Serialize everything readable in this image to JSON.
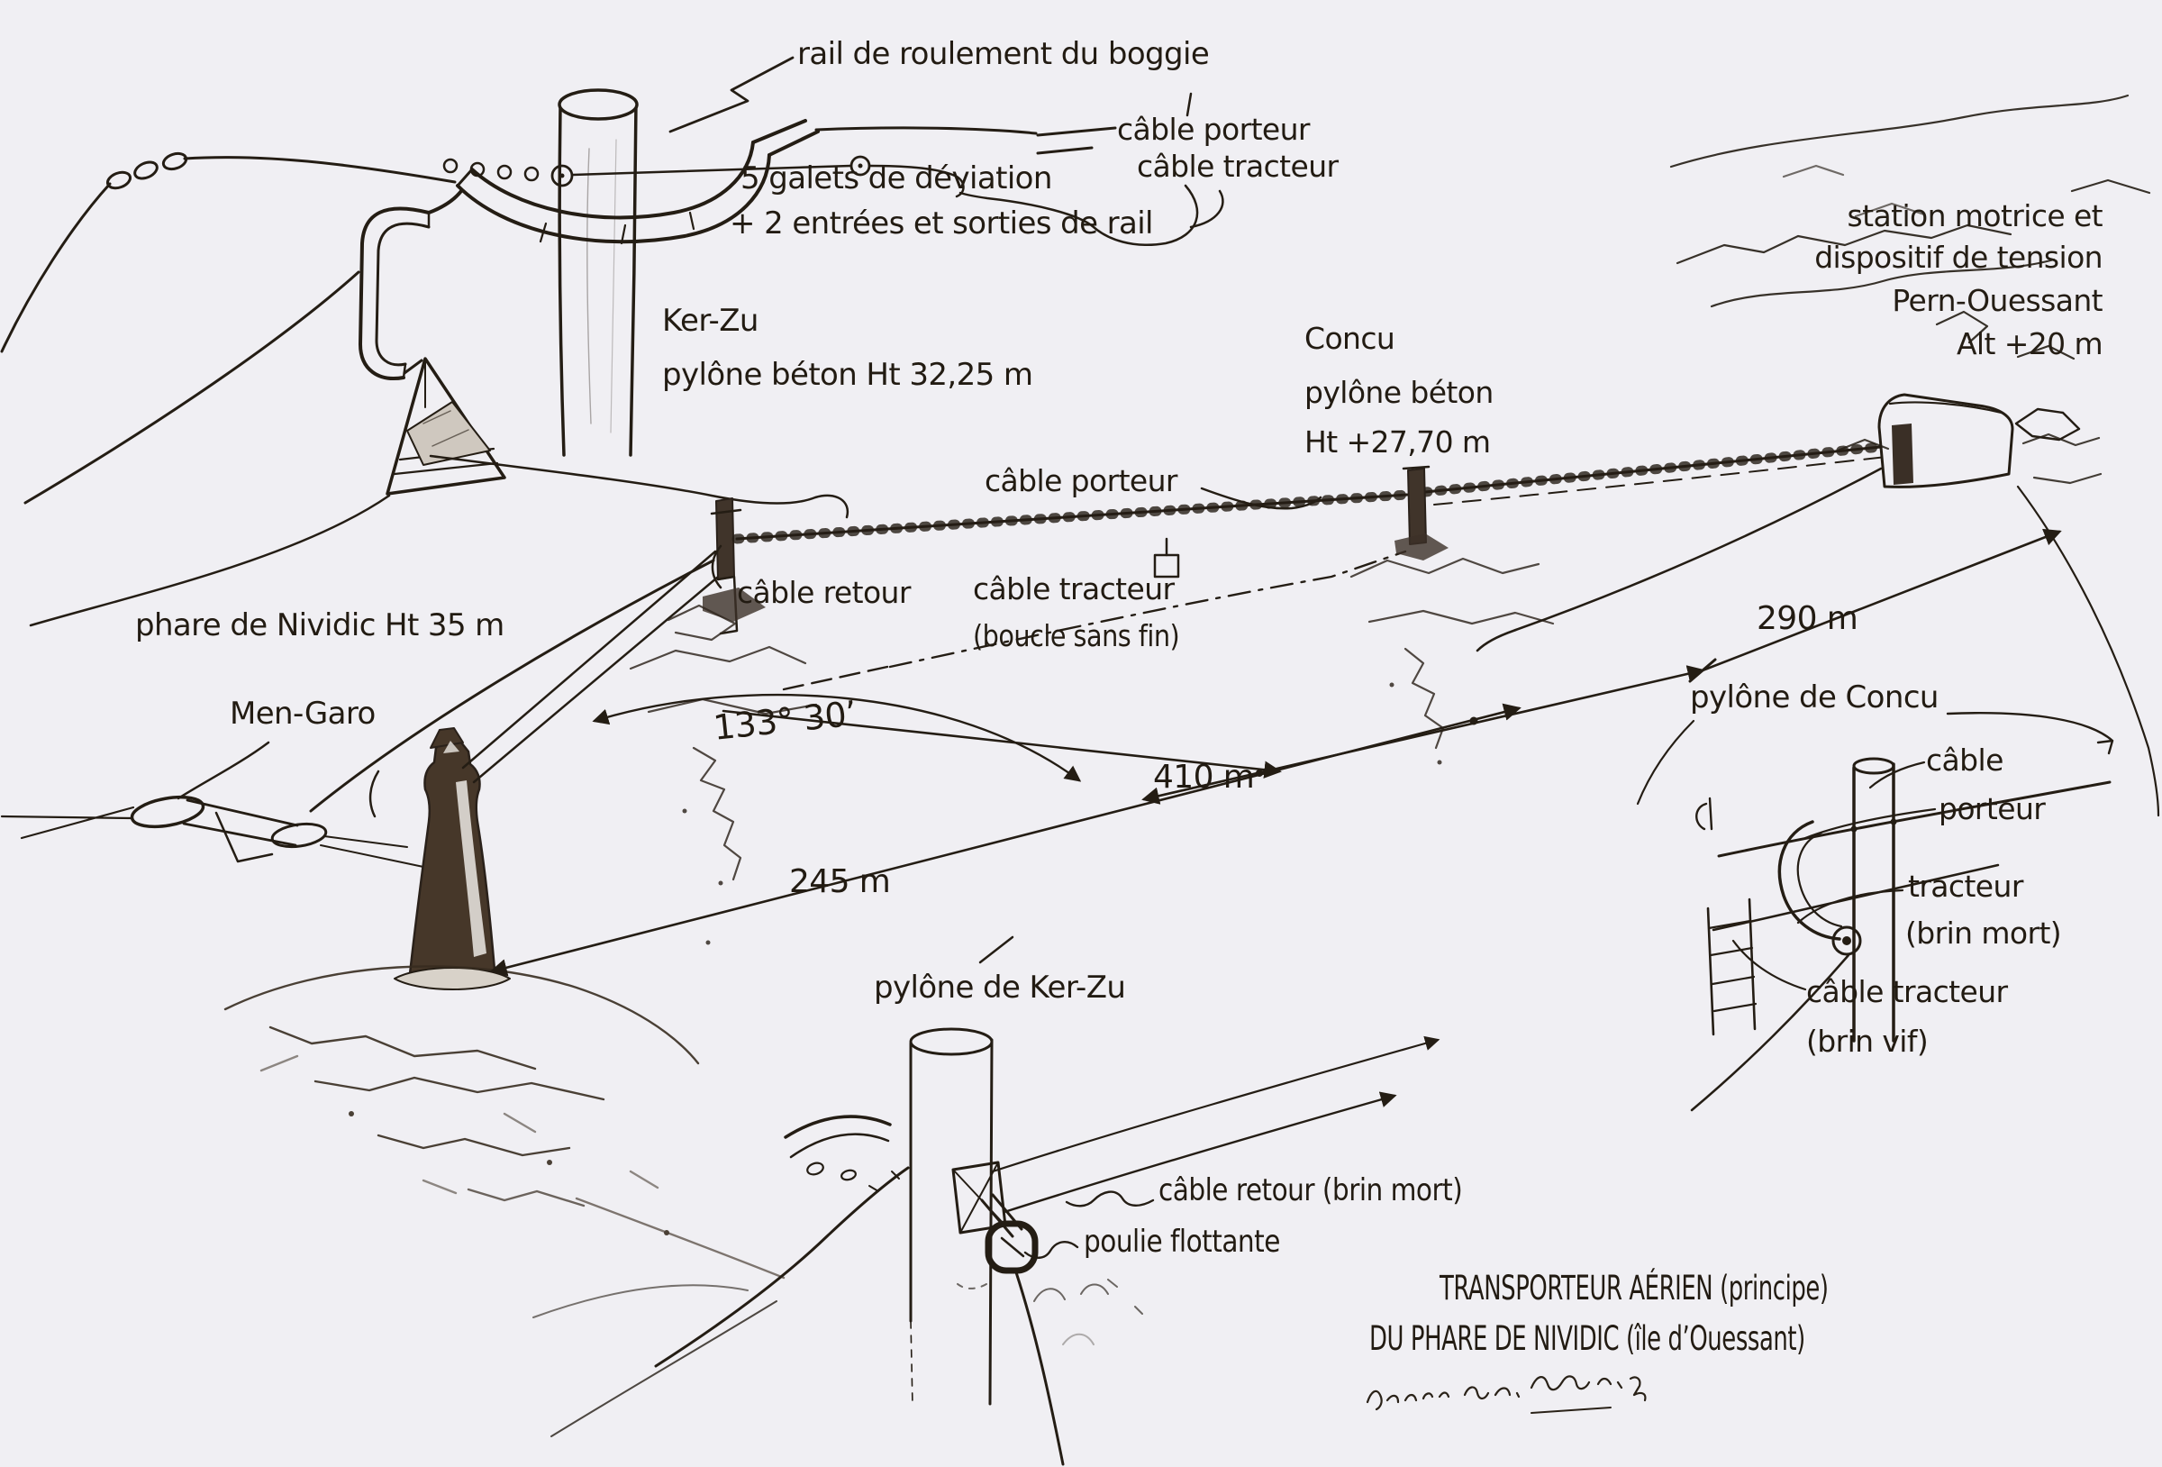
{
  "palette": {
    "background": "#f0eff3",
    "ink": "#241d14",
    "tower_fill": "#46372a"
  },
  "detail_kerzu_top": {
    "rail_label": "rail de roulement du boggie",
    "cable_porteur": "câble porteur",
    "cable_tracteur": "câble tracteur",
    "galets": "5 galets de déviation",
    "entrees": "+ 2 entrées et sorties de rail",
    "name": "Ker-Zu",
    "spec": "pylône béton Ht 32,25 m"
  },
  "station": {
    "line1": "station motrice et",
    "line2": "dispositif de tension",
    "line3": "Pern-Ouessant",
    "line4": "Alt +20 m"
  },
  "concu": {
    "name": "Concu",
    "spec1": "pylône béton",
    "spec2": "Ht +27,70 m"
  },
  "route": {
    "cable_porteur": "câble porteur",
    "cable_retour": "câble retour",
    "cable_tracteur": "câble tracteur",
    "boucle": "(boucle sans fin)",
    "phare": "phare de Nividic Ht 35 m",
    "mengaro": "Men-Garo",
    "angle": "133° 30’",
    "d245": "245 m",
    "d410": "410 m",
    "d290": "290 m"
  },
  "detail_concu": {
    "title": "pylône de Concu",
    "cable": "câble",
    "porteur": "porteur",
    "tracteur": "tracteur",
    "brin_mort": "(brin mort)",
    "cable_tracteur": "câble tracteur",
    "brin_vif": "(brin vif)"
  },
  "detail_kerzu_base": {
    "title": "pylône de Ker-Zu",
    "retour": "câble retour (brin mort)",
    "poulie": "poulie flottante"
  },
  "title_block": {
    "line1": "TRANSPORTEUR AÉRIEN (principe)",
    "line2": "DU PHARE DE NIVIDIC (île d’Ouessant)"
  }
}
